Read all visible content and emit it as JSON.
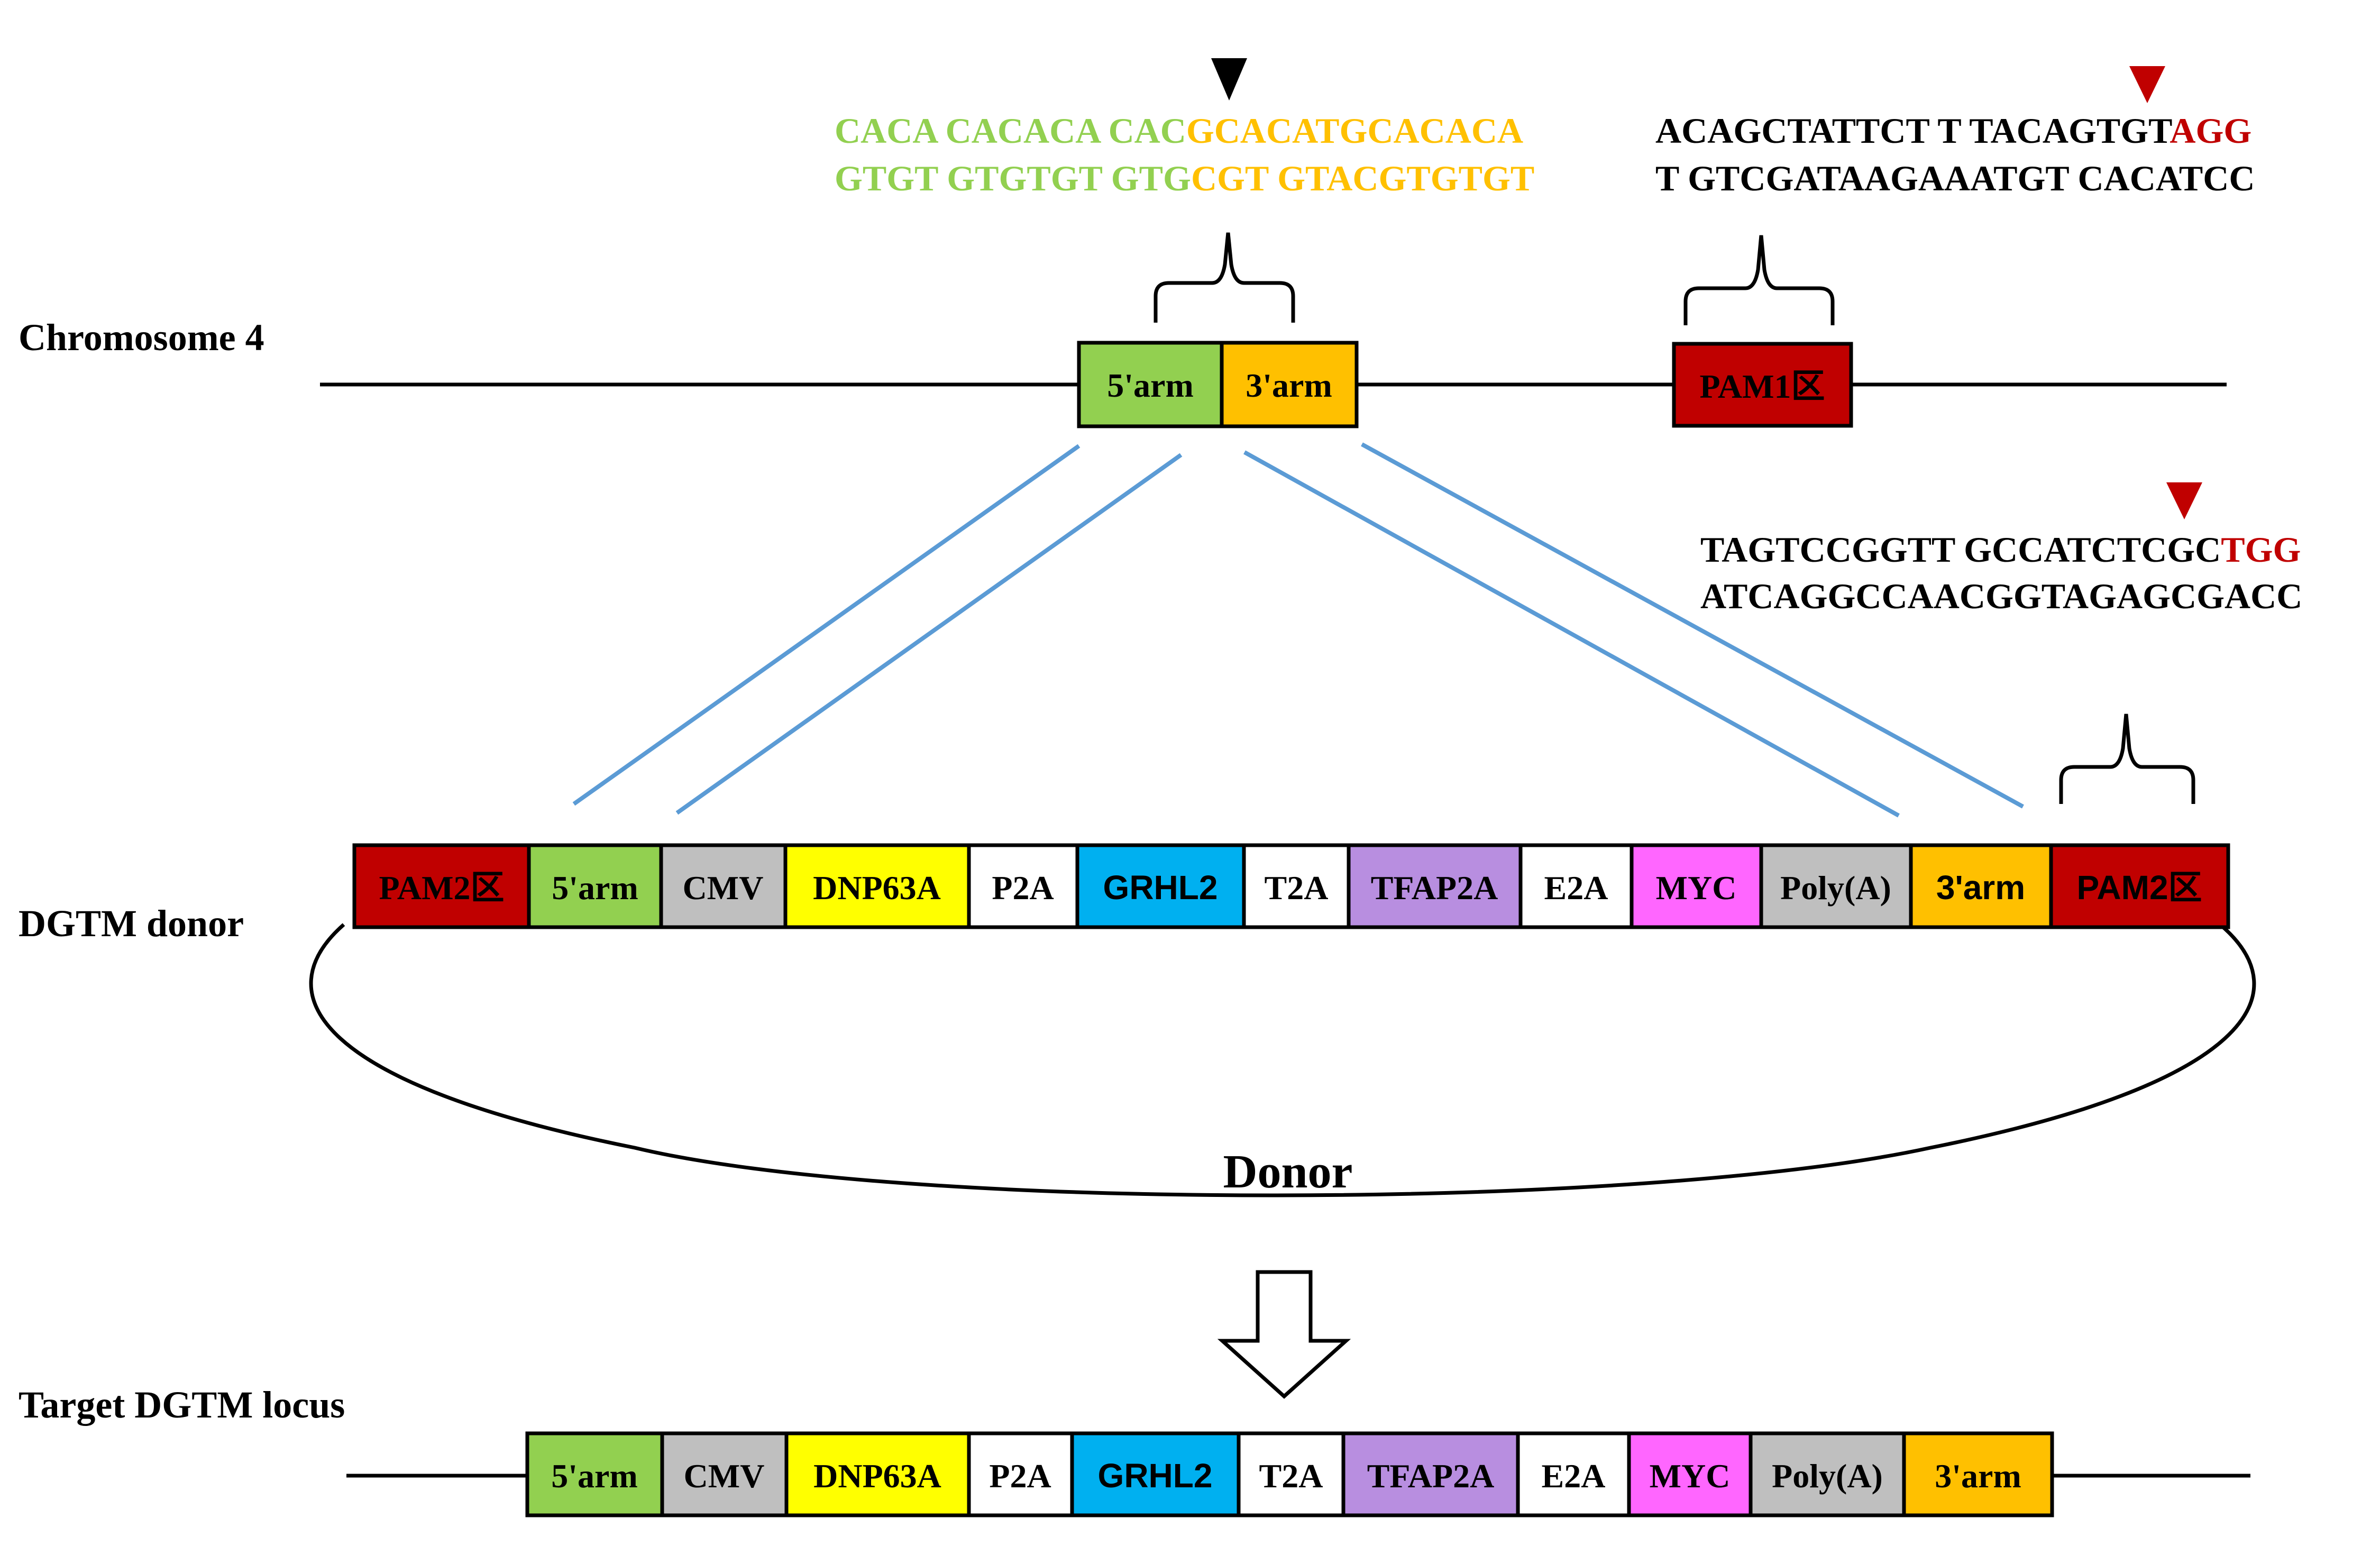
{
  "labels": {
    "chromosome": "Chromosome 4",
    "donor": "DGTM donor",
    "target": "Target DGTM locus",
    "plasmid": "Donor"
  },
  "sequences": {
    "left_top_a": "CACA CACACA CAC",
    "left_top_b": "GCACATGCACACA",
    "left_bot_a": "GTGT GTGTGT GTG",
    "left_bot_b": "CGT GTACGTGTGT",
    "pam1_top_a": "ACAGCTATTCT T TACAGTGT",
    "pam1_top_b": "AGG",
    "pam1_bot": "T GTCGATAAGAAATGT CACATCC",
    "pam2_top_a": "TAGTCCGGTT GCCATCTCGC",
    "pam2_top_b": "TGG",
    "pam2_bot": "ATCAGGCCAACGGTAGAGCGACC"
  },
  "chromosome_boxes": [
    {
      "label": "5'arm",
      "color": "#92d050"
    },
    {
      "label": "3'arm",
      "color": "#ffc000"
    },
    {
      "label": "PAM1区",
      "color": "#c00000"
    }
  ],
  "donor_boxes": [
    {
      "label": "PAM2区",
      "color": "#c00000"
    },
    {
      "label": "5'arm",
      "color": "#92d050"
    },
    {
      "label": "CMV",
      "color": "#bfbfbf"
    },
    {
      "label": "DNP63A",
      "color": "#ffff00"
    },
    {
      "label": "P2A",
      "color": "#ffffff"
    },
    {
      "label": "GRHL2",
      "color": "#00b0f0"
    },
    {
      "label": "T2A",
      "color": "#ffffff"
    },
    {
      "label": "TFAP2A",
      "color": "#b88ee0"
    },
    {
      "label": "E2A",
      "color": "#ffffff"
    },
    {
      "label": "MYC",
      "color": "#ff66ff"
    },
    {
      "label": "Poly(A)",
      "color": "#bfbfbf"
    },
    {
      "label": "3'arm",
      "color": "#ffc000"
    },
    {
      "label": "PAM2区",
      "color": "#c00000"
    }
  ],
  "target_boxes": [
    {
      "label": "5'arm",
      "color": "#92d050"
    },
    {
      "label": "CMV",
      "color": "#bfbfbf"
    },
    {
      "label": "DNP63A",
      "color": "#ffff00"
    },
    {
      "label": "P2A",
      "color": "#ffffff"
    },
    {
      "label": "GRHL2",
      "color": "#00b0f0"
    },
    {
      "label": "T2A",
      "color": "#ffffff"
    },
    {
      "label": "TFAP2A",
      "color": "#b88ee0"
    },
    {
      "label": "E2A",
      "color": "#ffffff"
    },
    {
      "label": "MYC",
      "color": "#ff66ff"
    },
    {
      "label": "Poly(A)",
      "color": "#bfbfbf"
    },
    {
      "label": "3'arm",
      "color": "#ffc000"
    }
  ],
  "colors": {
    "left_arm_seq": "#92d050",
    "right_arm_seq": "#ffc000",
    "pam_highlight": "#c00000",
    "connector": "#5b9bd5"
  }
}
